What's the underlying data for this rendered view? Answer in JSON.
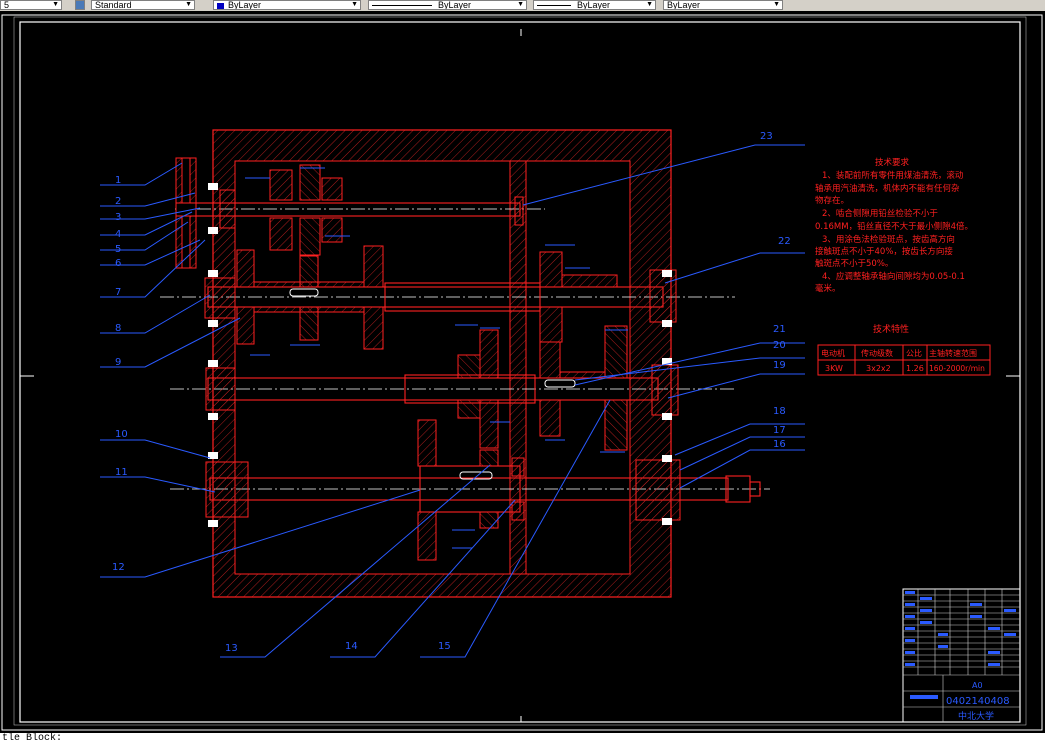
{
  "toolbar": {
    "first_value": "5",
    "text_style": "Standard",
    "layer_color": "ByLayer",
    "linetype": "ByLayer",
    "lineweight": "ByLayer",
    "plot_style": "ByLayer"
  },
  "drawing": {
    "part_labels": [
      "1",
      "2",
      "3",
      "4",
      "5",
      "6",
      "7",
      "8",
      "9",
      "10",
      "11",
      "12",
      "13",
      "14",
      "15",
      "16",
      "17",
      "18",
      "19",
      "20",
      "21",
      "22",
      "23"
    ],
    "tech_req": {
      "title": "技术要求",
      "lines": [
        "1、装配前所有零件用煤油清洗，滚动",
        "轴承用汽油清洗，机体内不能有任何杂",
        "物存在。",
        "2、啮合侧隙用铅丝检验不小于",
        "0.16MM，铅丝直径不大于最小侧隙4倍。",
        "3、用涂色法检验斑点，按齿高方向",
        "接触斑点不小于40%，按齿长方向接",
        "触斑点不小于50%。",
        "4、应调整轴承轴向间隙均为0.05-0.1",
        "毫米。"
      ]
    },
    "tech_spec": {
      "title": "技术特性",
      "headers": [
        "电动机",
        "传动级数",
        "公比",
        "主轴转速范围"
      ],
      "values": [
        "3KW",
        "3x2x2",
        "1.26",
        "160-2000r/min"
      ]
    },
    "title_block": {
      "scale": "A0",
      "drawing_number": "0402140408",
      "school": "中北大学"
    }
  },
  "command_line": {
    "text": "tle Block:"
  }
}
